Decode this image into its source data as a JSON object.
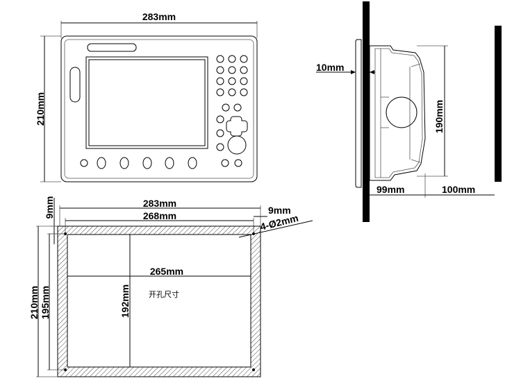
{
  "front_view": {
    "width_label": "283mm",
    "height_label": "210mm"
  },
  "side_view": {
    "panel_label": "10mm",
    "height_label": "190mm",
    "depth_label": "99mm",
    "clearance_label": "100mm"
  },
  "cutout_view": {
    "outer_width_label": "283mm",
    "hole_spacing_label": "268mm",
    "margin_right_label": "9mm",
    "margin_top_label": "9mm",
    "holes_label": "4-Ø2mm",
    "cut_width_label": "265mm",
    "outer_height_label": "210mm",
    "inner_height_label": "195mm",
    "cut_height_label": "192mm",
    "cutout_caption": "开孔尺寸"
  }
}
